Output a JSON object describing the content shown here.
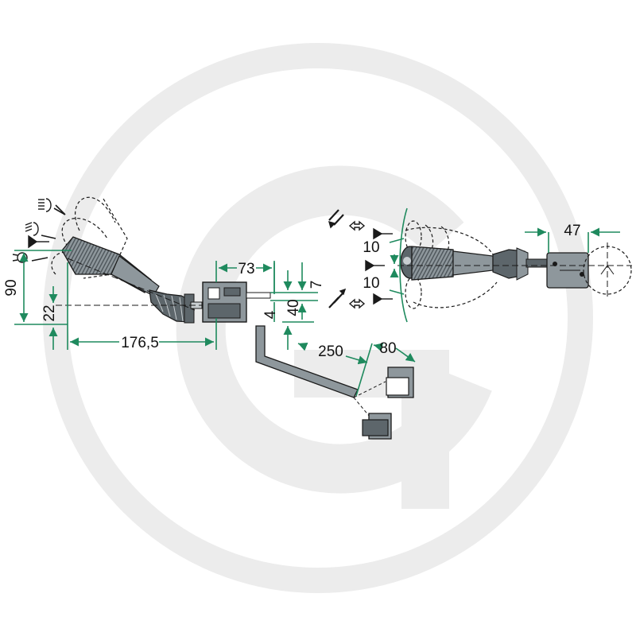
{
  "colors": {
    "background": "#ffffff",
    "watermark": "#ececec",
    "dimension": "#1f8a5e",
    "part_fill": "#8e979c",
    "part_dark": "#5d666b",
    "outline": "#1a1a1a",
    "text": "#111111"
  },
  "watermark": {
    "icon": "granit-g-logo"
  },
  "dimensions": {
    "height_total": "90",
    "height_offset": "22",
    "length_total": "176,5",
    "width_body": "73",
    "gap_small": "7",
    "depth_a": "4",
    "depth_b": "40",
    "wrench_length": "250",
    "wrench_tip": "80",
    "angle_upper": "10",
    "angle_lower": "10",
    "mount_width": "47"
  },
  "icons": [
    "high-beam-icon",
    "low-beam-icon",
    "parking-light-icon",
    "horn-icon",
    "turn-signal-arrow-icon",
    "double-arrow-icon"
  ]
}
